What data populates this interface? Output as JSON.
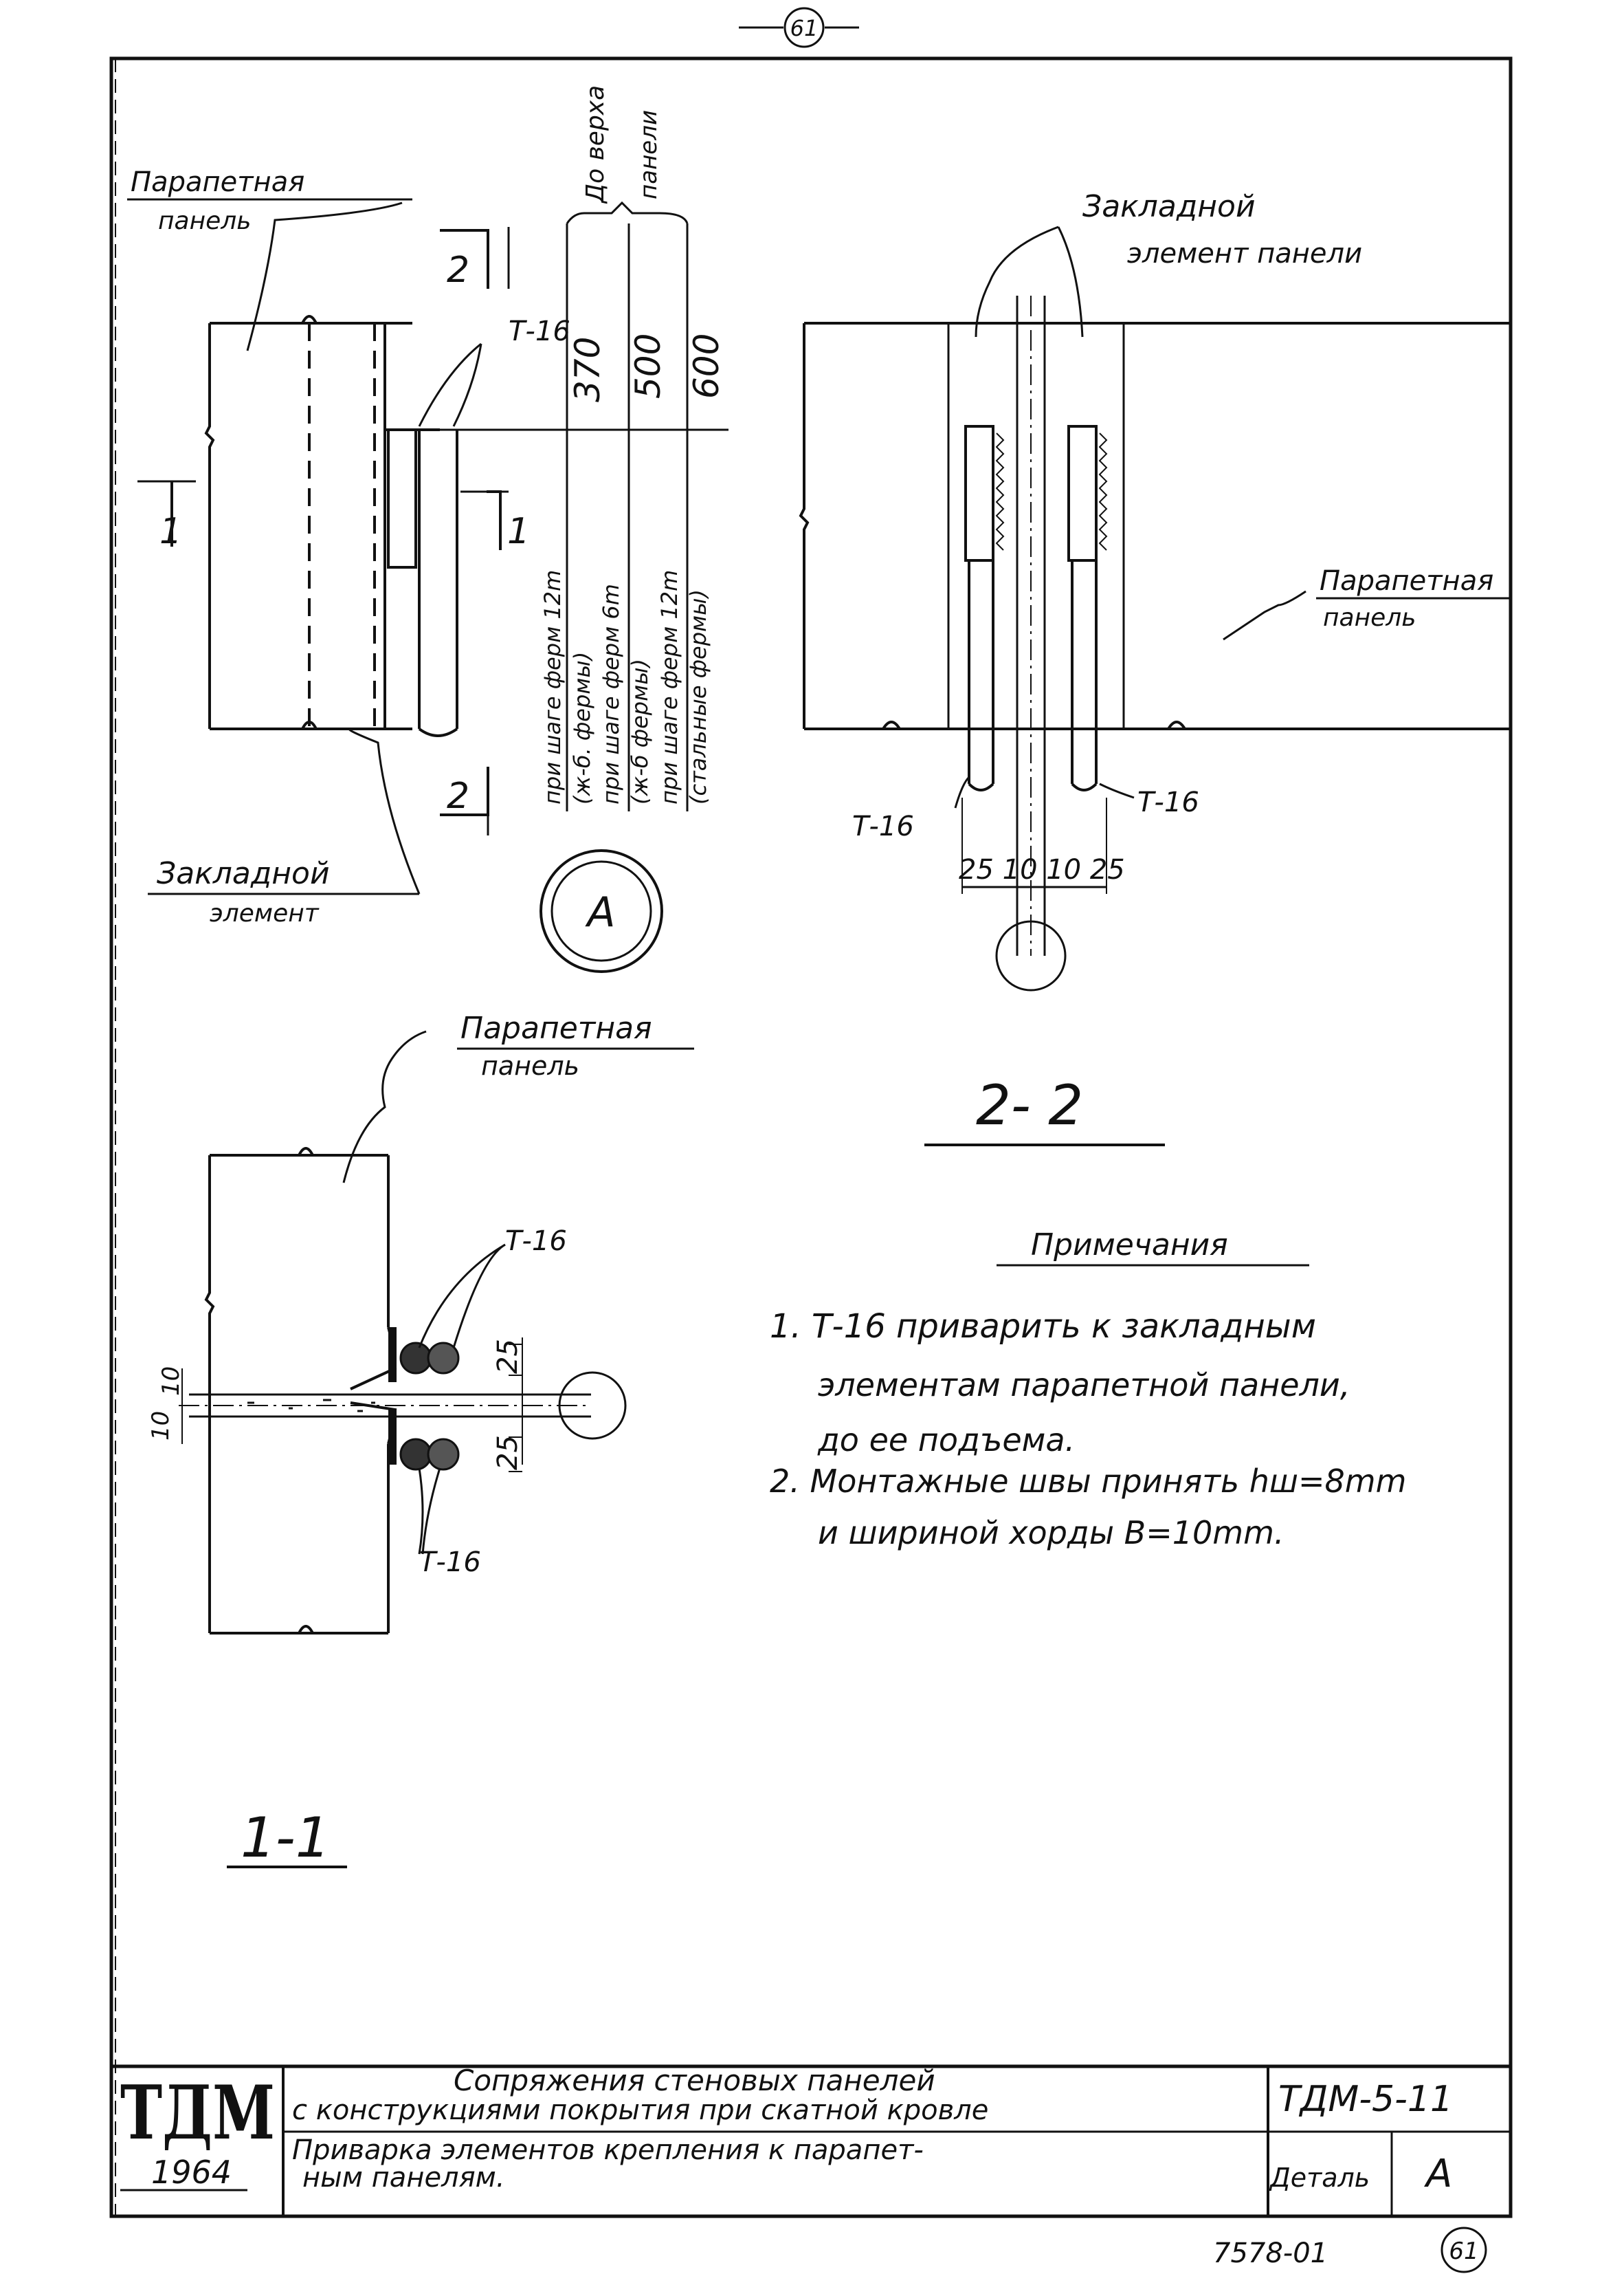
{
  "page": {
    "number_top": "61",
    "number_bottom": "61",
    "archive_code": "7578-01"
  },
  "view_a": {
    "label_panel_line1": "Парапетная",
    "label_panel_line2": "панель",
    "label_embed_line1": "Закладной",
    "label_embed_line2": "элемент",
    "label_t16": "Т-16",
    "section_mark_1": "1",
    "section_mark_2": "2",
    "detail_mark": "А",
    "dim_header_line1": "До верха",
    "dim_header_line2": "панели",
    "dims": [
      {
        "value": "370",
        "desc_line1": "при шаге ферм 12m",
        "desc_line2": "(ж-б. фермы)"
      },
      {
        "value": "500",
        "desc_line1": "при шаге ферм 6m",
        "desc_line2": "(ж-б фермы)"
      },
      {
        "value": "600",
        "desc_line1": "при шаге ферм 12m",
        "desc_line2": "(стальные фермы)"
      }
    ]
  },
  "section_2_2": {
    "label_embed_line1": "Закладной",
    "label_embed_line2": "элемент панели",
    "label_panel_line1": "Парапетная",
    "label_panel_line2": "панель",
    "label_t16_left": "Т-16",
    "label_t16_right": "Т-16",
    "dim_values": "25 10 10 25",
    "title": "2- 2"
  },
  "section_1_1": {
    "label_panel_line1": "Парапетная",
    "label_panel_line2": "панель",
    "label_t16_top": "Т-16",
    "label_t16_bottom": "Т-16",
    "dim_25_top": "25",
    "dim_25_bottom": "25",
    "dim_10a": "10",
    "dim_10b": "10",
    "title": "1-1"
  },
  "notes": {
    "heading": "Примечания",
    "items": [
      "1. Т-16 приварить к закладным",
      "элементам парапетной панели,",
      "до ее подъема.",
      "2. Монтажные швы принять hш=8mm",
      "и шириной хорды В=10mm."
    ]
  },
  "title_block": {
    "logo": "ТДМ",
    "year": "1964",
    "title_line1": "Сопряжения стеновых панелей",
    "title_line2": "с конструкциями покрытия при скатной кровле",
    "subtitle_line1": "Приварка элементов крепления к парапет-",
    "subtitle_line2": "ным панелям.",
    "code": "ТДМ-5-11",
    "detail_label": "Деталь",
    "detail_value": "А"
  }
}
